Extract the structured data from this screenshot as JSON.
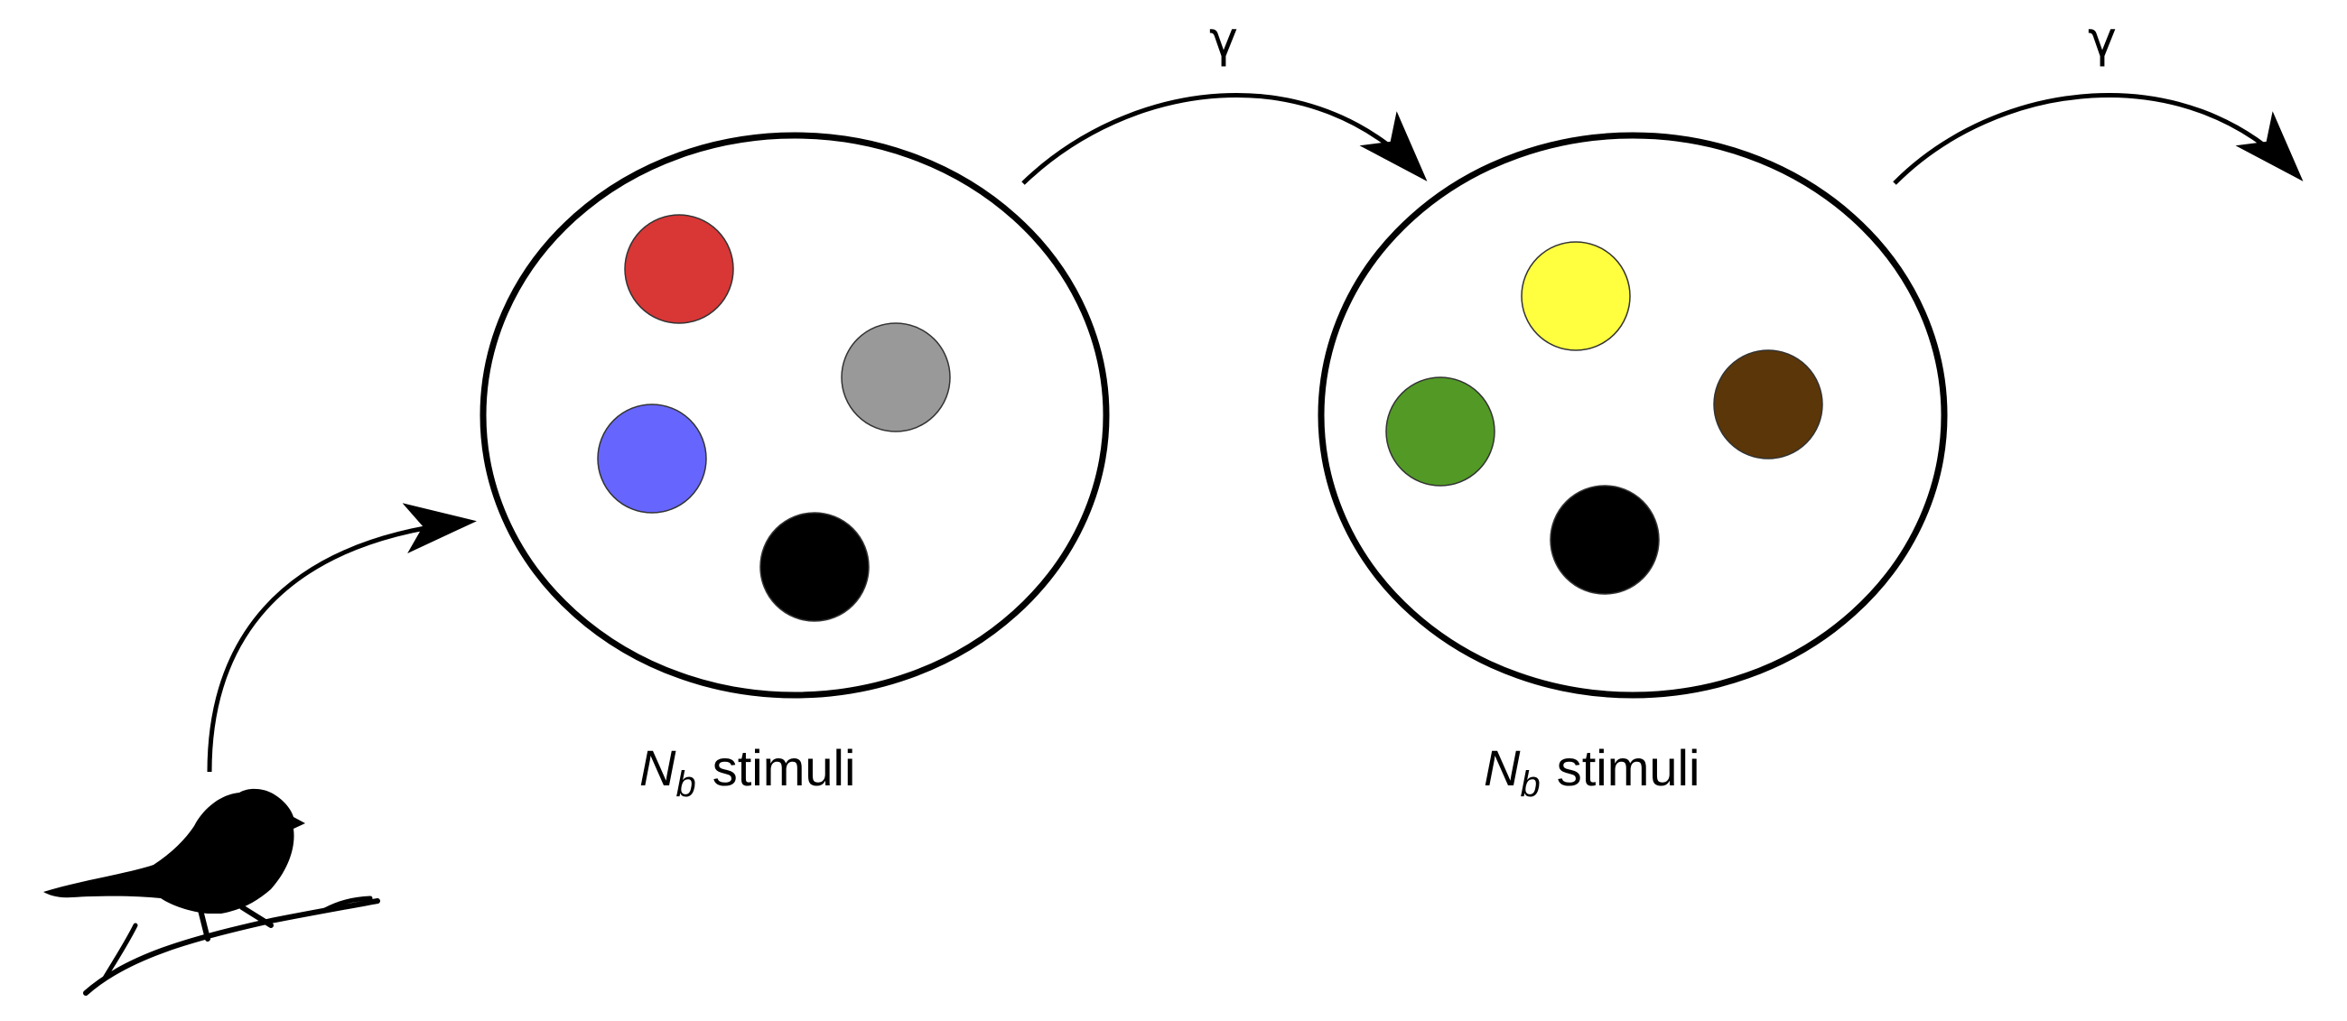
{
  "arrows": {
    "gamma_label": "γ"
  },
  "pools": [
    {
      "label_symbol": "N",
      "label_subscript": "b",
      "label_word": "stimuli",
      "stimuli": [
        {
          "color": "#d93636",
          "name": "red"
        },
        {
          "color": "#999999",
          "name": "gray"
        },
        {
          "color": "#6666ff",
          "name": "blue"
        },
        {
          "color": "#000000",
          "name": "black"
        }
      ]
    },
    {
      "label_symbol": "N",
      "label_subscript": "b",
      "label_word": "stimuli",
      "stimuli": [
        {
          "color": "#ffff40",
          "name": "yellow"
        },
        {
          "color": "#5b3608",
          "name": "brown"
        },
        {
          "color": "#529a25",
          "name": "green"
        },
        {
          "color": "#000000",
          "name": "black"
        }
      ]
    }
  ]
}
